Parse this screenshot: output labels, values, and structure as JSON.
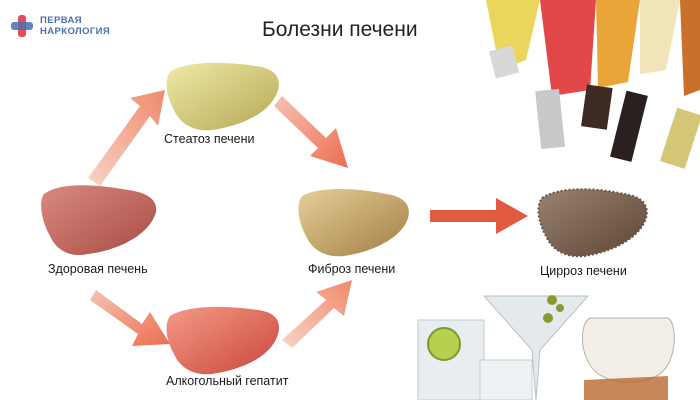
{
  "logo": {
    "line1": "ПЕРВАЯ",
    "line2": "НАРКОЛОГИЯ"
  },
  "title": "Болезни печени",
  "nodes": {
    "healthy": {
      "label": "Здоровая печень",
      "color": "#c4695f"
    },
    "steatosis": {
      "label": "Стеатоз печени",
      "color": "#d8cf7c"
    },
    "hepatitis": {
      "label": "Алкогольный гепатит",
      "color": "#e0685a"
    },
    "fibrosis": {
      "label": "Фиброз печени",
      "color": "#c9a868"
    },
    "cirrhosis": {
      "label": "Цирроз печени",
      "color": "#7d6251"
    }
  },
  "colors": {
    "arrow": "#e8694e",
    "arrow_light": "#f2b39f",
    "brand_blue": "#4a6fb0",
    "brand_red": "#e84c57"
  }
}
